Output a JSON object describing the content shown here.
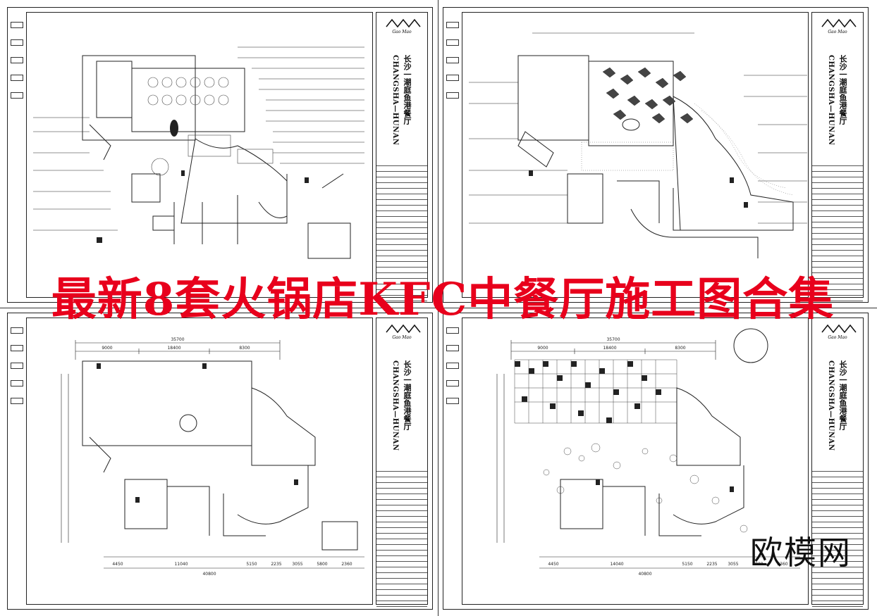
{
  "headline": "最新8套火锅店KFC中餐厅施工图合集",
  "watermark": "欧模网",
  "sheets": [
    {
      "id": "top-left",
      "title_en": "CHANGSHA—HUNAN",
      "title_cn": "长沙一潮庭鱼港餐厅"
    },
    {
      "id": "top-right",
      "title_en": "CHANGSHA—HUNAN",
      "title_cn": "长沙一潮庭鱼港餐厅"
    },
    {
      "id": "bottom-left",
      "title_en": "CHANGSHA—HUNAN",
      "title_cn": "长沙一潮庭鱼港餐厅"
    },
    {
      "id": "bottom-right",
      "title_en": "CHANGSHA—HUNAN",
      "title_cn": "长沙一潮庭鱼港餐厅"
    }
  ],
  "dimensions": {
    "bottom_left_top": [
      "35700",
      "9000",
      "18400",
      "8300"
    ],
    "bottom_left_bottom": [
      "4450",
      "11040",
      "5150",
      "2235",
      "3055",
      "5800",
      "2360"
    ],
    "bottom_left_total": "40800",
    "bottom_right_top": [
      "35700",
      "9000",
      "18400",
      "8300"
    ],
    "bottom_right_bottom": [
      "4450",
      "14040",
      "5150",
      "2235",
      "3055",
      "5800",
      "2360"
    ],
    "bottom_right_total": "40800"
  },
  "colors": {
    "headline": "#e8001c",
    "line": "#222222"
  }
}
